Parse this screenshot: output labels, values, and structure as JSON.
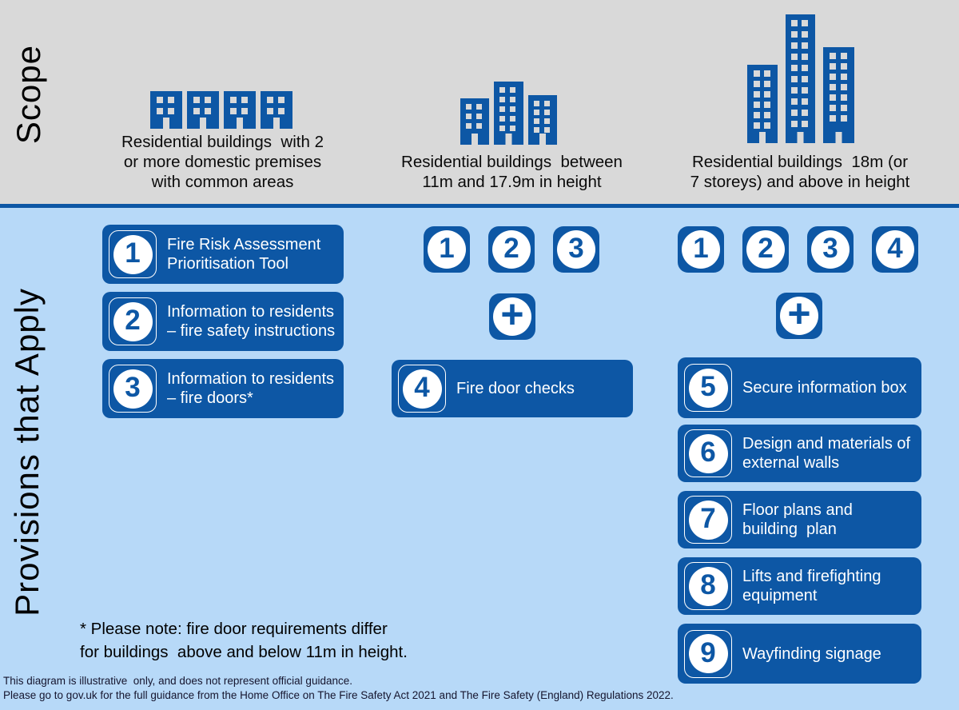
{
  "scope": {
    "label": "Scope",
    "columns": [
      {
        "icon": "buildings-small-icon",
        "caption_lines": [
          "Residential buildings  with 2",
          "or more domestic premises",
          "with common areas"
        ]
      },
      {
        "icon": "buildings-medium-icon",
        "caption_lines": [
          "Residential buildings  between",
          "11m and 17.9m in height"
        ]
      },
      {
        "icon": "buildings-tall-icon",
        "caption_lines": [
          "Residential buildings  18m (or",
          "7 storeys) and above in height"
        ]
      }
    ]
  },
  "provisions": {
    "label": "Provisions that Apply",
    "column1": {
      "boxes": [
        {
          "number": "1",
          "lines": [
            "Fire Risk Assessment",
            "Prioritisation Tool"
          ]
        },
        {
          "number": "2",
          "lines": [
            "Information to residents",
            "– fire safety instructions"
          ]
        },
        {
          "number": "3",
          "lines": [
            "Information to residents",
            "– fire doors*"
          ]
        }
      ]
    },
    "column2": {
      "badges": [
        "1",
        "2",
        "3"
      ],
      "plus": "+",
      "boxes": [
        {
          "number": "4",
          "lines": [
            "Fire door checks"
          ]
        }
      ]
    },
    "column3": {
      "badges": [
        "1",
        "2",
        "3",
        "4"
      ],
      "plus": "+",
      "boxes": [
        {
          "number": "5",
          "lines": [
            "Secure information box"
          ]
        },
        {
          "number": "6",
          "lines": [
            "Design and materials of",
            "external walls"
          ]
        },
        {
          "number": "7",
          "lines": [
            "Floor plans and",
            "building  plan"
          ]
        },
        {
          "number": "8",
          "lines": [
            "Lifts and firefighting",
            "equipment"
          ]
        },
        {
          "number": "9",
          "lines": [
            "Wayfinding signage"
          ]
        }
      ]
    },
    "note_lines": [
      "* Please note: fire door requirements differ",
      "for buildings  above and below 11m in height."
    ]
  },
  "footer": {
    "line1": "This diagram is illustrative  only, and does not represent official guidance.",
    "line2": "Please go to gov.uk for the full guidance from the Home Office on The Fire Safety Act 2021 and The Fire Safety (England) Regulations 2022."
  },
  "colors": {
    "dark_blue": "#0d57a5",
    "light_blue": "#b7d9f8",
    "gray": "#d9d9d9",
    "text_white": "#ffffff",
    "text_black": "#000000"
  },
  "icons": {
    "scope": [
      "buildings-small-icon",
      "buildings-medium-icon",
      "buildings-tall-icon"
    ],
    "plus": "plus-icon"
  }
}
